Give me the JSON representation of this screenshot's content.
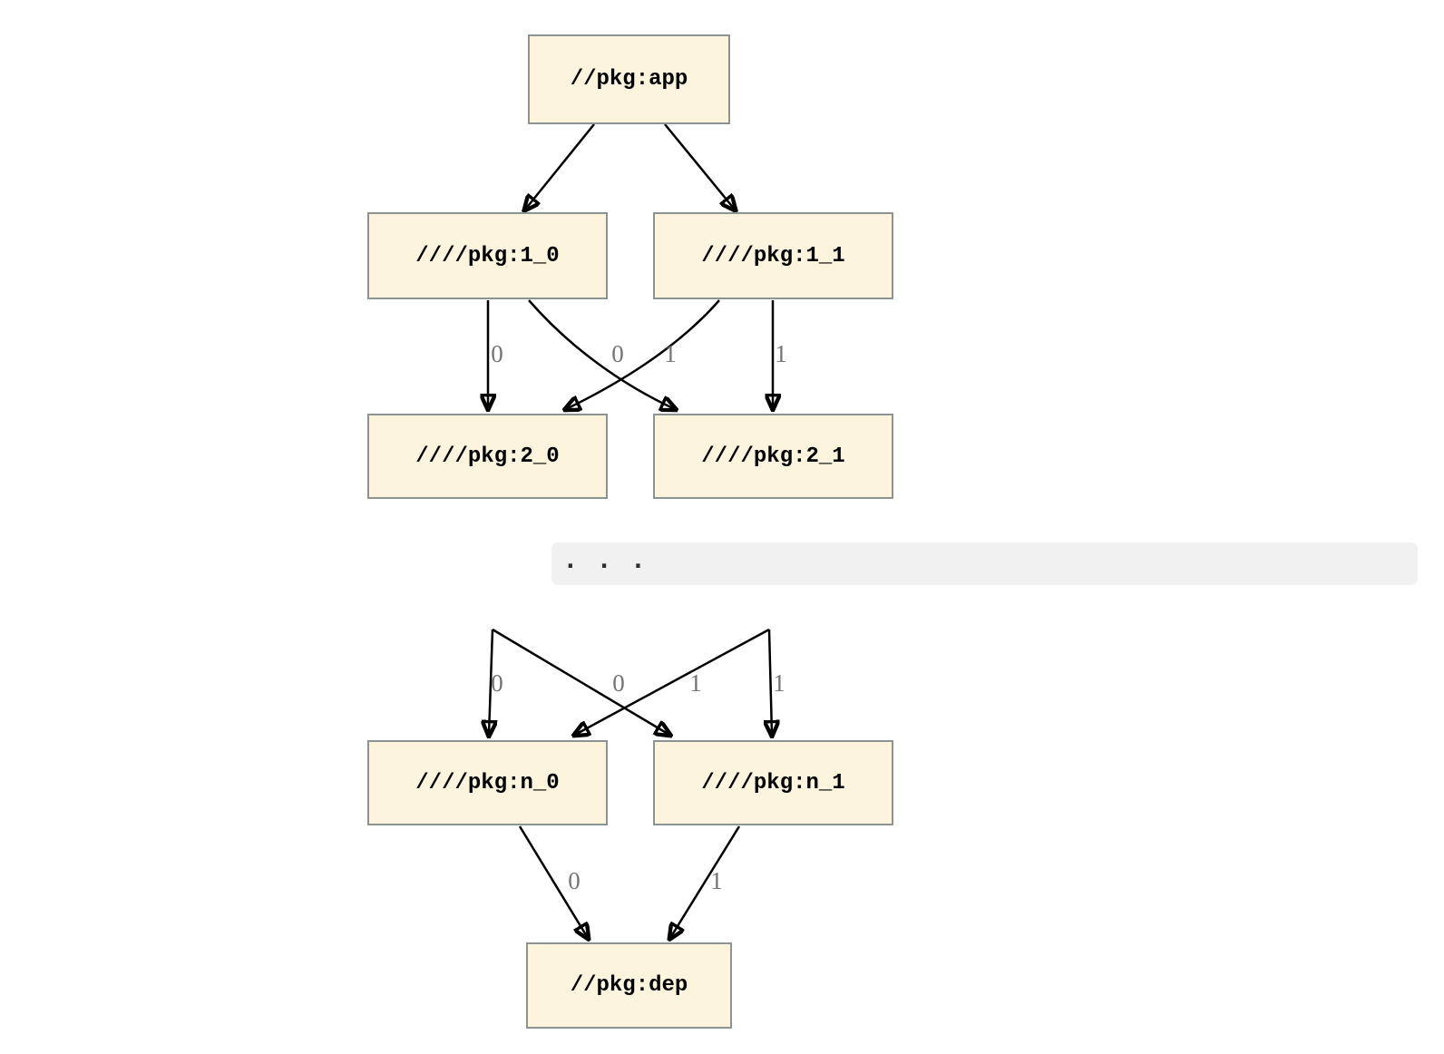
{
  "graph": {
    "nodes": {
      "app": {
        "label": "//pkg:app"
      },
      "pkg1_0": {
        "label": "////pkg:1_0"
      },
      "pkg1_1": {
        "label": "////pkg:1_1"
      },
      "pkg2_0": {
        "label": "////pkg:2_0"
      },
      "pkg2_1": {
        "label": "////pkg:2_1"
      },
      "pkgn_0": {
        "label": "////pkg:n_0"
      },
      "pkgn_1": {
        "label": "////pkg:n_1"
      },
      "dep": {
        "label": "//pkg:dep"
      }
    },
    "edges": [
      {
        "from": "//pkg:app",
        "to": "////pkg:1_0",
        "label": ""
      },
      {
        "from": "//pkg:app",
        "to": "////pkg:1_1",
        "label": ""
      },
      {
        "from": "////pkg:1_0",
        "to": "////pkg:2_0",
        "label": "0"
      },
      {
        "from": "////pkg:1_0",
        "to": "////pkg:2_1",
        "label": "0"
      },
      {
        "from": "////pkg:1_1",
        "to": "////pkg:2_0",
        "label": "1"
      },
      {
        "from": "////pkg:1_1",
        "to": "////pkg:2_1",
        "label": "1"
      },
      {
        "from": "",
        "to": "////pkg:n_0",
        "label": "0"
      },
      {
        "from": "",
        "to": "////pkg:n_1",
        "label": "0"
      },
      {
        "from": "",
        "to": "////pkg:n_0",
        "label": "1"
      },
      {
        "from": "",
        "to": "////pkg:n_1",
        "label": "1"
      },
      {
        "from": "////pkg:n_0",
        "to": "//pkg:dep",
        "label": "0"
      },
      {
        "from": "////pkg:n_1",
        "to": "//pkg:dep",
        "label": "1"
      }
    ],
    "ellipsis": {
      "text": ". . ."
    },
    "colors": {
      "node_fill": "#fcf4dc",
      "node_border": "#8b9492",
      "edge": "#000000",
      "edge_label": "#747474",
      "ellipsis_bar": "#f1f1f1"
    }
  }
}
